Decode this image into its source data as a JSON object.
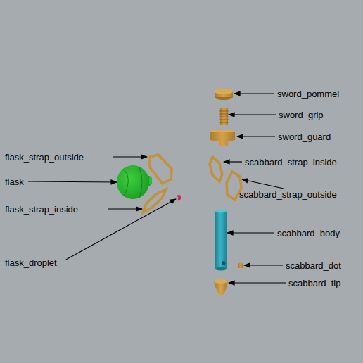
{
  "diagram": {
    "labels": [
      "sword_pommel",
      "sword_grip",
      "sword_guard",
      "flask_strap_outside",
      "scabbard_strap_inside",
      "flask",
      "scabbard_strap_outside",
      "flask_strap_inside",
      "scabbard_body",
      "flask_droplet",
      "scabbard_dot",
      "scabbard_tip"
    ]
  }
}
